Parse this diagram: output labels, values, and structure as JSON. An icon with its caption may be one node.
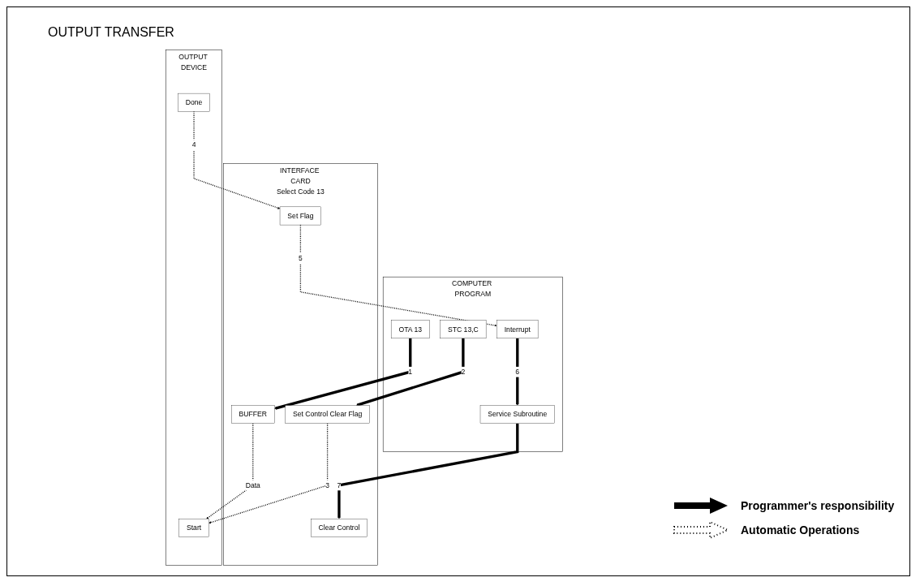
{
  "diagram": {
    "title": "OUTPUT TRANSFER",
    "nodes": [
      {
        "text": [
          "COMPUTER PROGRAM"
        ]
      },
      {
        "text": [
          "OTA 13"
        ],
        "in": 0
      },
      {
        "text": [
          "STC 13,C"
        ],
        "in": 0
      },
      {
        "text": [
          "Interrupt"
        ],
        "in": 0
      },
      {
        "text": [
          "Service Subroutine"
        ],
        "in": 0
      },
      {
        "text": [
          "INTERFACE CARD",
          "Select Code 13"
        ]
      },
      {
        "text": [
          "BUFFER"
        ],
        "in": 5
      },
      {
        "text": [
          "Set Control Clear Flag"
        ],
        "in": 5
      },
      {
        "text": [
          "Set Flag"
        ],
        "in": 5
      },
      {
        "text": [
          "Clear Control"
        ],
        "in": 5
      },
      {
        "text": [
          "OUTPUT DEVICE"
        ]
      },
      {
        "text": [
          "Start"
        ],
        "in": 10
      },
      {
        "text": [
          "Done"
        ],
        "in": 10
      }
    ],
    "edges": [
      {
        "from": 1,
        "to": 6,
        "arrow": "to",
        "label": "1",
        "style": "thick"
      },
      {
        "from": 2,
        "to": 7,
        "arrow": "to",
        "label": "2",
        "style": "thick"
      },
      {
        "from": 6,
        "to": 11,
        "arrow": "to",
        "label": "Data",
        "style": "dashed"
      },
      {
        "from": 7,
        "to": 11,
        "arrow": "to",
        "label": "3",
        "style": "dashed"
      },
      {
        "from": 12,
        "to": 8,
        "arrow": "to",
        "label": "4",
        "style": "dashed"
      },
      {
        "from": 8,
        "to": 3,
        "arrow": "to",
        "label": "5",
        "style": "dashed"
      },
      {
        "from": 3,
        "to": 4,
        "arrow": "to",
        "label": "6",
        "style": "thick"
      },
      {
        "from": 4,
        "to": 9,
        "arrow": "to",
        "label": "7",
        "style": "thick"
      }
    ],
    "legend": [
      {
        "text": "Programmer's responsibility"
      },
      {
        "text": "Automatic Operations"
      }
    ]
  }
}
